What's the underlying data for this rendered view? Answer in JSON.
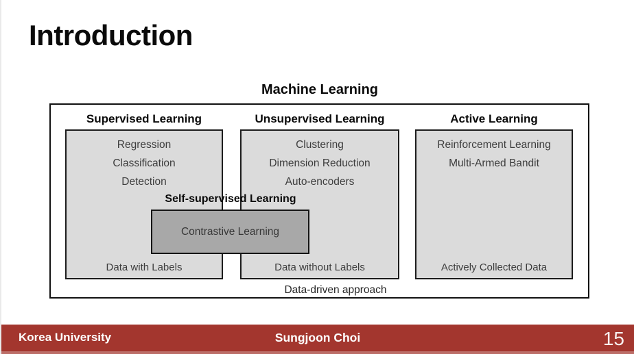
{
  "slide": {
    "title": "Introduction",
    "footer": {
      "university": "Korea University",
      "author": "Sungjoon Choi",
      "page_number": "15"
    },
    "colors": {
      "accent_red": "#a3362e",
      "category_fill": "#dbdbdb",
      "highlight_fill": "#a8a8a8",
      "border": "#111111"
    }
  },
  "diagram": {
    "title": "Machine Learning",
    "caption": "Data-driven approach",
    "columns": [
      {
        "header": "Supervised Learning",
        "items": [
          "Regression",
          "Classification",
          "Detection"
        ],
        "note": "Data with Labels"
      },
      {
        "header": "Unsupervised Learning",
        "items": [
          "Clustering",
          "Dimension Reduction",
          "Auto-encoders"
        ],
        "note": "Data without Labels"
      },
      {
        "header": "Active Learning",
        "items": [
          "Reinforcement Learning",
          "Multi-Armed Bandit"
        ],
        "note": "Actively Collected Data"
      }
    ],
    "overlay": {
      "header": "Self-supervised Learning",
      "box_label": "Contrastive Learning"
    }
  }
}
